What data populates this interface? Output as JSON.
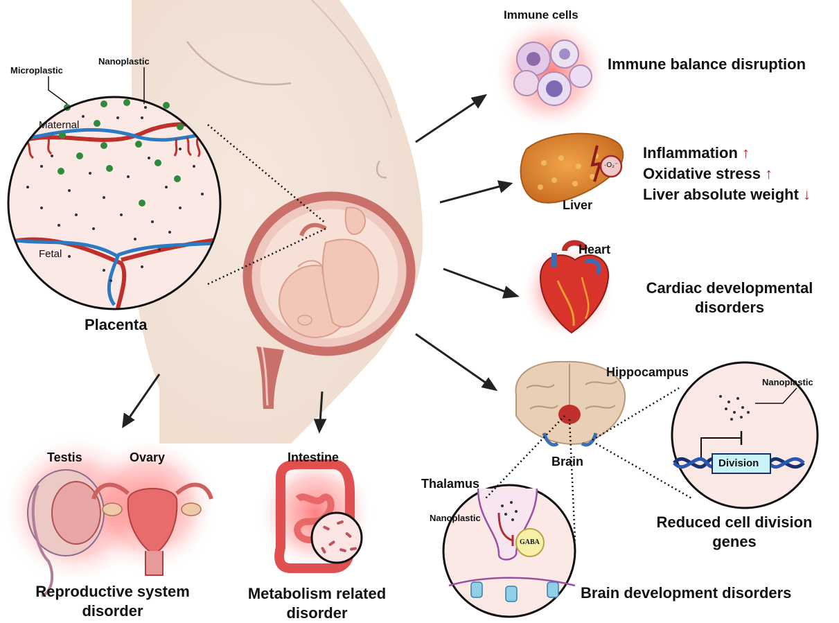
{
  "placenta": {
    "title": "Placenta",
    "microplastic_label": "Microplastic",
    "nanoplastic_label": "Nanoplastic",
    "maternal_label": "Maternal",
    "fetal_label": "Fetal"
  },
  "immune": {
    "organ_label": "Immune cells",
    "effect": "Immune balance disruption"
  },
  "liver": {
    "organ_label": "Liver",
    "ros_label": "·O₂⁻",
    "effects": [
      {
        "text": "Inflammation",
        "direction": "up"
      },
      {
        "text": "Oxidative stress",
        "direction": "up"
      },
      {
        "text": "Liver absolute weight",
        "direction": "down"
      }
    ],
    "arrow_up": "↑",
    "arrow_down": "↓"
  },
  "heart": {
    "organ_label": "Heart",
    "effect_line1": "Cardiac developmental",
    "effect_line2": "disorders"
  },
  "brain": {
    "organ_label": "Brain",
    "hippocampus_label": "Hippocampus",
    "thalamus_label": "Thalamus",
    "nanoplastic_label_hippo": "Nanoplastic",
    "nanoplastic_label_synapse": "Nanoplastic",
    "division_label": "Division",
    "gaba_label": "GABA",
    "hippo_effect_line1": "Reduced cell division",
    "hippo_effect_line2": "genes",
    "synapse_effect": "Brain development disorders"
  },
  "reproductive": {
    "testis_label": "Testis",
    "ovary_label": "Ovary",
    "effect_line1": "Reproductive system",
    "effect_line2": "disorder"
  },
  "intestine": {
    "organ_label": "Intestine",
    "effect_line1": "Metabolism related",
    "effect_line2": "disorder"
  },
  "colors": {
    "maternal_vessel": "#c0302a",
    "fetal_vessel": "#2a7bc4",
    "microplastic": "#2f8a3c",
    "nanoplastic": "#333333",
    "skin": "#f3e2d6",
    "glow": "#ff6b6b",
    "arrow": "#222222",
    "up_down_arrow": "#b22a2a"
  }
}
